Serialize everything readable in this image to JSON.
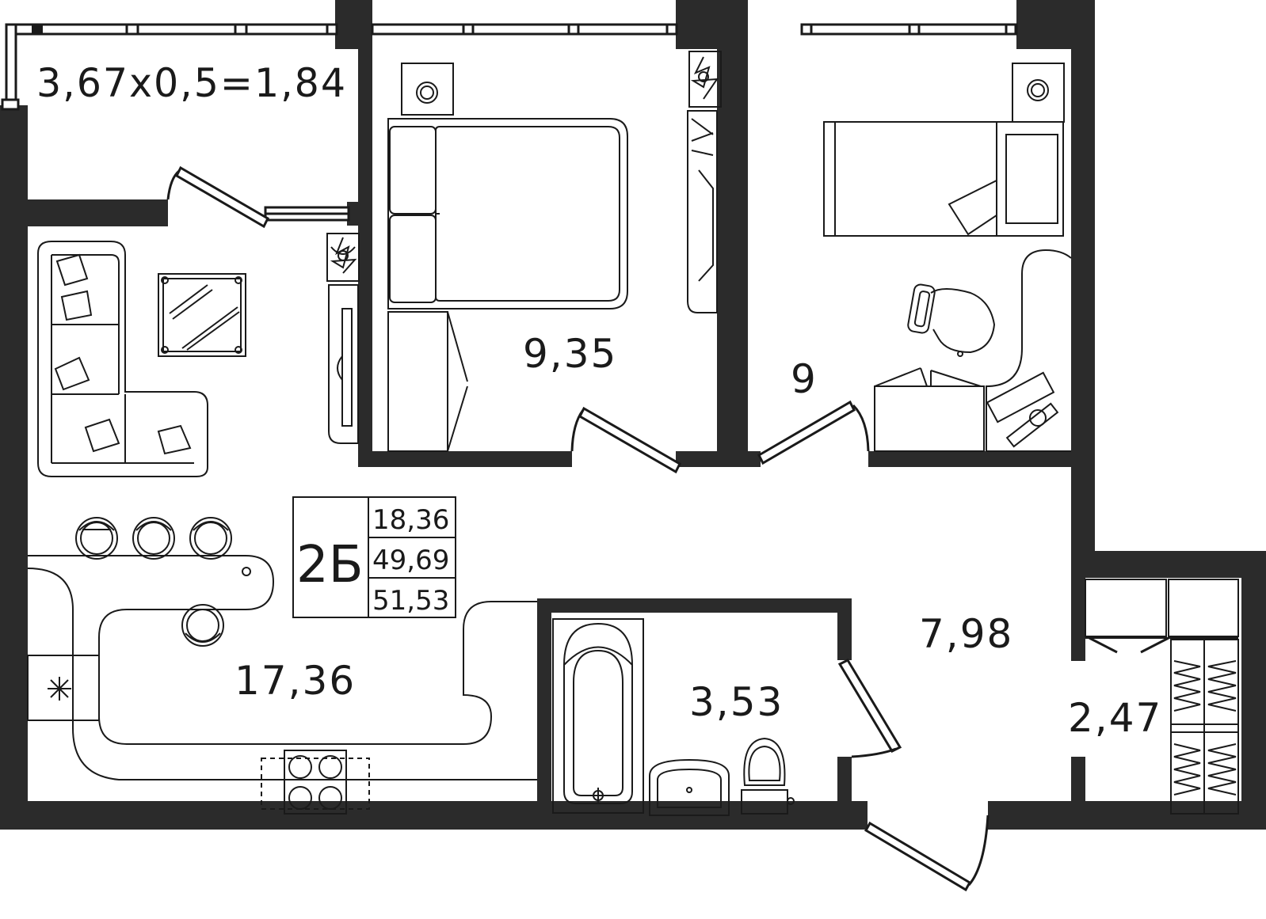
{
  "colors": {
    "wall": "#2b2b2b",
    "line": "#1a1a1a",
    "background": "#ffffff"
  },
  "balcony": {
    "label": "3,67x0,5=1,84"
  },
  "rooms": {
    "bedroom_1": {
      "area": "9,35"
    },
    "bedroom_2": {
      "area": "9"
    },
    "living_kitchen": {
      "area": "17,36"
    },
    "hall": {
      "area": "7,98"
    },
    "bathroom": {
      "area": "3,53"
    },
    "storage": {
      "area": "2,47"
    }
  },
  "legend": {
    "code": "2Б",
    "living_area": "18,36",
    "total_area": "49,69",
    "total_with_balcony": "51,53"
  },
  "icons": [
    "sofa-icon",
    "coffee-table-icon",
    "plant-icon",
    "tv-icon",
    "double-bed-icon",
    "single-bed-icon",
    "desk-icon",
    "office-chair-icon",
    "laptop-icon",
    "bar-stool-icon",
    "cooktop-icon",
    "bathtub-icon",
    "sink-icon",
    "toilet-icon",
    "wardrobe-icon",
    "washing-machine-icon"
  ]
}
